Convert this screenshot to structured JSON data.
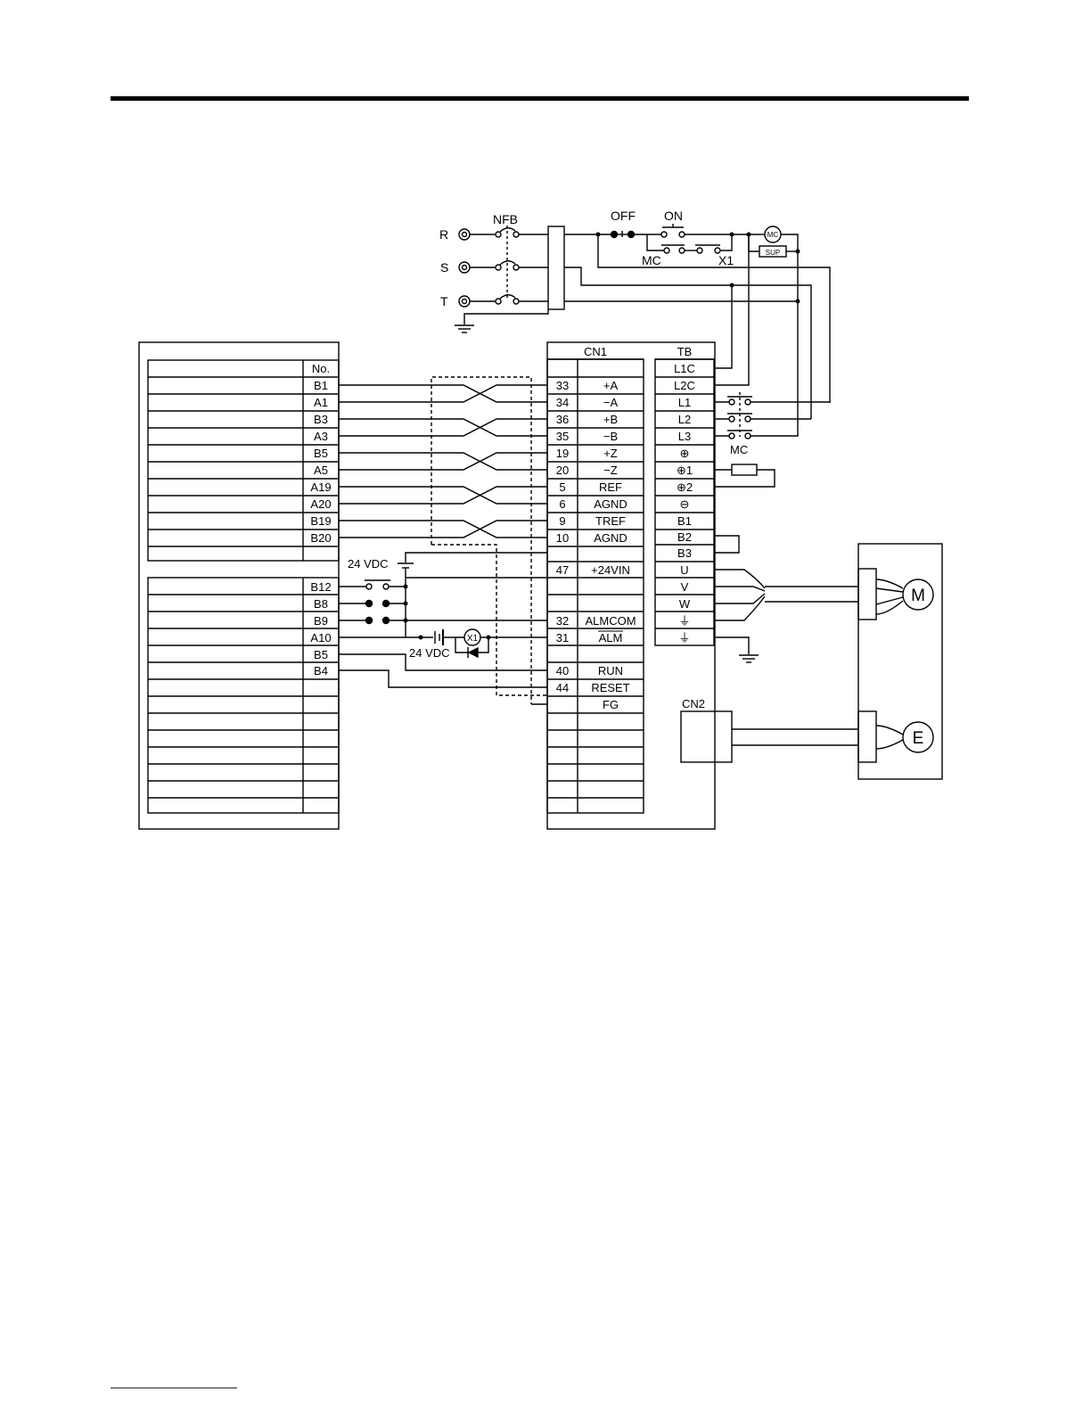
{
  "power": {
    "phases": [
      "R",
      "S",
      "T"
    ],
    "breaker_label": "NFB",
    "off_label": "OFF",
    "on_label": "ON",
    "mc_aux_label": "MC",
    "x1_aux_label": "X1",
    "mc_coil_label": "MC",
    "surge_label": "SUP",
    "mc_contacts_label": "MC"
  },
  "controller": {
    "header": "No.",
    "pins_upper": [
      "B1",
      "A1",
      "B3",
      "A3",
      "B5",
      "A5",
      "A19",
      "A20",
      "B19",
      "B20"
    ],
    "pins_lower": [
      "B12",
      "B8",
      "B9",
      "A10",
      "B5",
      "B4"
    ]
  },
  "cn1": {
    "header": "CN1",
    "rows": [
      {
        "pin": "33",
        "signal": "+A"
      },
      {
        "pin": "34",
        "signal": "−A"
      },
      {
        "pin": "36",
        "signal": "+B"
      },
      {
        "pin": "35",
        "signal": "−B"
      },
      {
        "pin": "19",
        "signal": "+Z"
      },
      {
        "pin": "20",
        "signal": "−Z"
      },
      {
        "pin": "5",
        "signal": "REF"
      },
      {
        "pin": "6",
        "signal": "AGND"
      },
      {
        "pin": "9",
        "signal": "TREF"
      },
      {
        "pin": "10",
        "signal": "AGND"
      },
      {
        "pin": "",
        "signal": ""
      },
      {
        "pin": "47",
        "signal": "+24VIN"
      },
      {
        "pin": "",
        "signal": ""
      },
      {
        "pin": "",
        "signal": ""
      },
      {
        "pin": "32",
        "signal": "ALMCOM"
      },
      {
        "pin": "31",
        "signal": "ALM"
      },
      {
        "pin": "",
        "signal": ""
      },
      {
        "pin": "40",
        "signal": "RUN"
      },
      {
        "pin": "44",
        "signal": "RESET"
      },
      {
        "pin": "",
        "signal": "FG"
      }
    ]
  },
  "tb": {
    "header": "TB",
    "rows": [
      "L1C",
      "L2C",
      "L1",
      "L2",
      "L3",
      "⊕",
      "⊕1",
      "⊕2",
      "⊖",
      "B1",
      "B2",
      "B3",
      "U",
      "V",
      "W",
      "⏚",
      "⏚"
    ]
  },
  "supply_24v_top": "24 VDC",
  "supply_24v_bottom": "24 VDC",
  "relay_label": "X1",
  "cn2_label": "CN2",
  "motor_label": "M",
  "encoder_label": "E"
}
